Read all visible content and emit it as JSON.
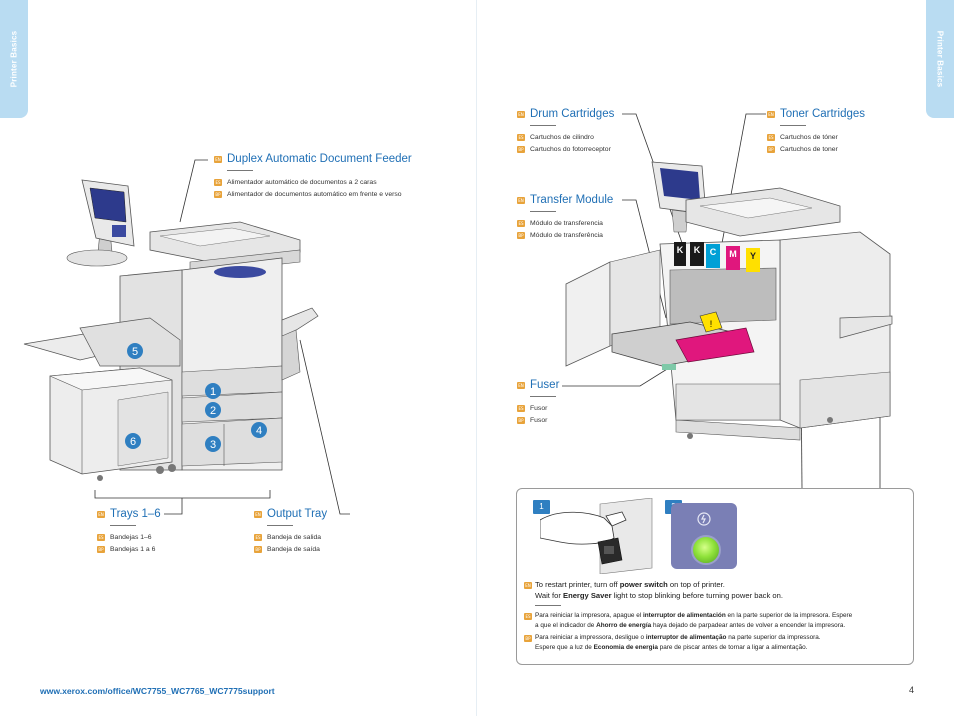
{
  "side_tabs": {
    "left": "Printer Basics",
    "right": "Printer Basics"
  },
  "lang_codes": {
    "en": "EN",
    "es": "ES",
    "pt": "BP"
  },
  "left_page": {
    "duplex": {
      "title": "Duplex Automatic Document Feeder",
      "es": "Alimentador automático de documentos a 2 caras",
      "pt": "Alimentador de documentos automático em frente e verso"
    },
    "trays": {
      "title": "Trays 1–6",
      "es": "Bandejas 1–6",
      "pt": "Bandejas 1 a 6"
    },
    "output_tray": {
      "title": "Output Tray",
      "es": "Bandeja de salida",
      "pt": "Bandeja de saída"
    },
    "tray_numbers": [
      "1",
      "2",
      "3",
      "4",
      "5",
      "6"
    ]
  },
  "right_page": {
    "drum": {
      "title": "Drum Cartridges",
      "es": "Cartuchos de cilindro",
      "pt": "Cartuchos do fotorreceptor"
    },
    "toner": {
      "title": "Toner Cartridges",
      "es": "Cartuchos de tóner",
      "pt": "Cartuchos de toner"
    },
    "transfer": {
      "title": "Transfer Module",
      "es": "Módulo de transferencia",
      "pt": "Módulo de transferência"
    },
    "fuser": {
      "title": "Fuser",
      "es": "Fusor",
      "pt": "Fusor"
    },
    "toner_labels": [
      "K",
      "K",
      "C",
      "M",
      "Y"
    ],
    "toner_colors": [
      "#1a1a1a",
      "#1a1a1a",
      "#00a0d6",
      "#e0177d",
      "#ffe000"
    ]
  },
  "restart": {
    "steps": [
      "1",
      "2"
    ],
    "en_1a": "To restart printer, turn off ",
    "en_1b": "power switch",
    "en_1c": " on top of printer.",
    "en_2a": "Wait for ",
    "en_2b": "Energy Saver",
    "en_2c": " light to stop blinking before turning power back on.",
    "es_1a": "Para reiniciar la impresora, apague el ",
    "es_1b": "interruptor de alimentación",
    "es_1c": " en la parte superior de la impresora. Espere",
    "es_2a": "a que el indicador de ",
    "es_2b": "Ahorro de energía",
    "es_2c": " haya dejado de parpadear antes de volver a encender la impresora.",
    "pt_1a": "Para reiniciar a impressora, desligue o ",
    "pt_1b": "interruptor de alimentação",
    "pt_1c": " na parte superior da impressora.",
    "pt_2a": "Espere que a luz de ",
    "pt_2b": "Economia de energia",
    "pt_2c": " pare de piscar antes de tornar a ligar a alimentação."
  },
  "footer": {
    "url": "www.xerox.com/office/WC7755_WC7765_WC7775support",
    "page": "4"
  }
}
